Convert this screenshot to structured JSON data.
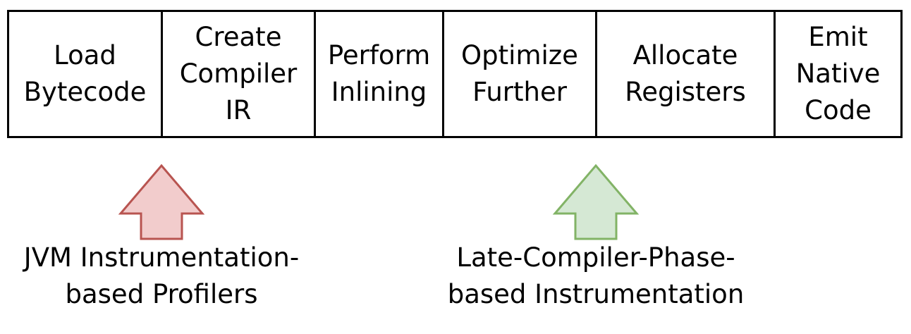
{
  "stages": [
    {
      "label": "Load\nBytecode"
    },
    {
      "label": "Create\nCompiler\nIR"
    },
    {
      "label": "Perform\nInlining"
    },
    {
      "label": "Optimize\nFurther"
    },
    {
      "label": "Allocate\nRegisters"
    },
    {
      "label": "Emit\nNative\nCode"
    }
  ],
  "arrows": {
    "left": {
      "fill": "#f2cccc",
      "stroke": "#b85450"
    },
    "right": {
      "fill": "#d5e8d4",
      "stroke": "#82b366"
    }
  },
  "captions": {
    "left": "JVM Instrumentation-\nbased Profilers",
    "right": "Late-Compiler-Phase-\nbased Instrumentation"
  },
  "icons": {
    "left_arrow": "up-arrow-icon",
    "right_arrow": "up-arrow-icon"
  }
}
